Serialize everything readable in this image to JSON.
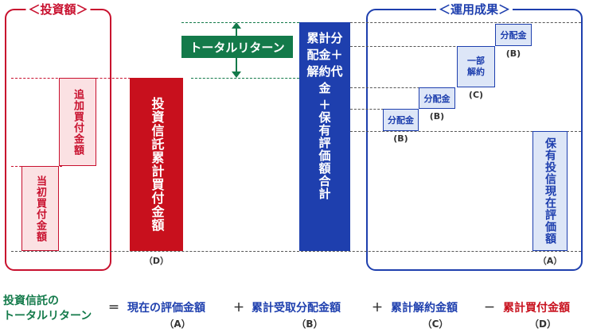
{
  "investment_frame": {
    "title": "＜投資額＞"
  },
  "return_frame": {
    "title": "＜運用成果＞"
  },
  "initial_purchase": {
    "text": "当初買付金額"
  },
  "additional_purchase": {
    "text": "追加買付金額"
  },
  "cumulative_purchase": {
    "text": "投資信託累計買付金額",
    "label": "（D）"
  },
  "total_return_label": {
    "text": "トータルリターン"
  },
  "blue_column": {
    "text_top": "累計分配金＋解約代金",
    "text_bottom": "＋保有評価額合計"
  },
  "steps": [
    {
      "text": "分配金",
      "label": "(B)"
    },
    {
      "text": "分配金",
      "label": "(B)"
    },
    {
      "text": "一部解約",
      "label": "(C)"
    },
    {
      "text": "分配金",
      "label": "(B)"
    }
  ],
  "current_value": {
    "text": "保有投信現在評価額",
    "label": "（A）"
  },
  "formula": {
    "lhs_line1": "投資信託の",
    "lhs_line2": "トータルリターン",
    "equals": "＝",
    "term_a": "現在の評価金額",
    "sub_a": "（A）",
    "plus1": "＋",
    "term_b": "累計受取分配金額",
    "sub_b": "（B）",
    "plus2": "＋",
    "term_c": "累計解約金額",
    "sub_c": "（C）",
    "minus": "－",
    "term_d": "累計買付金額",
    "sub_d": "（D）"
  },
  "colors": {
    "red": "#c8101d",
    "blue": "#1e3fae",
    "green": "#137a4a"
  }
}
